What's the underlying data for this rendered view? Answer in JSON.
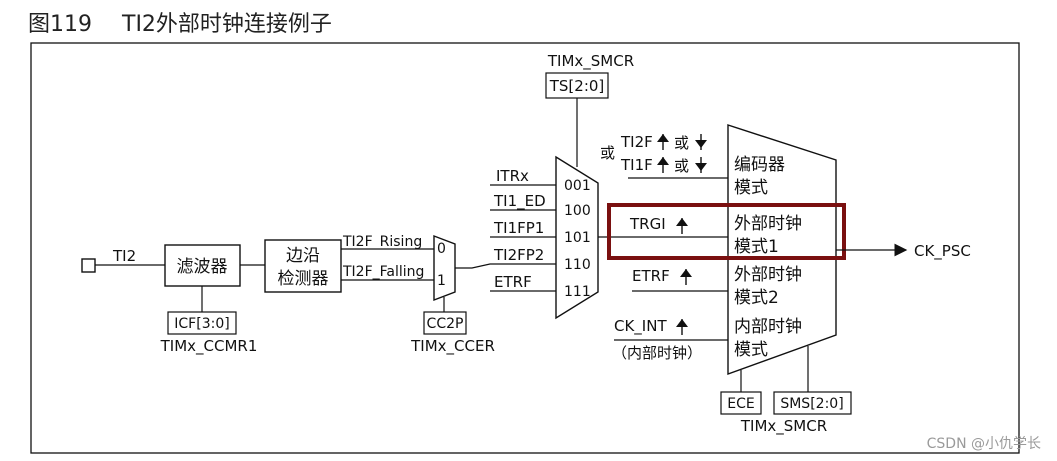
{
  "figure": {
    "number": "图119",
    "title": "TI2外部时钟连接例子"
  },
  "labels": {
    "smcr_top": "TIMx_SMCR",
    "ts": "TS[2:0]",
    "input_ti2": "TI2",
    "filter": "滤波器",
    "edge_detector_line1": "边沿",
    "edge_detector_line2": "检测器",
    "icf": "ICF[3:0]",
    "ccmr1": "TIMx_CCMR1",
    "ti2f_rising": "TI2F_Rising",
    "ti2f_falling": "TI2F_Falling",
    "mux1_in0": "0",
    "mux1_in1": "1",
    "cc2p": "CC2P",
    "ccer": "TIMx_CCER",
    "itrx": "ITRx",
    "ti1_ed": "TI1_ED",
    "ti1fp1": "TI1FP1",
    "ti2fp2": "TI2FP2",
    "etrf": "ETRF",
    "sel_001": "001",
    "sel_100": "100",
    "sel_101": "101",
    "sel_110": "110",
    "sel_111": "111",
    "or_left": "或",
    "ti2f_edge": "TI2F",
    "ti1f_edge": "TI1F",
    "or_word": "或",
    "trgi": "TRGI",
    "etrf2": "ETRF",
    "ck_int": "CK_INT",
    "internal_clock_paren": "（内部时钟）",
    "mode_encoder_1": "编码器",
    "mode_encoder_2": "模式",
    "mode_ext1_1": "外部时钟",
    "mode_ext1_2": "模式1",
    "mode_ext2_1": "外部时钟",
    "mode_ext2_2": "模式2",
    "mode_int_1": "内部时钟",
    "mode_int_2": "模式",
    "ck_psc": "CK_PSC",
    "ece": "ECE",
    "sms": "SMS[2:0]",
    "smcr_bottom": "TIMx_SMCR"
  },
  "colors": {
    "highlight": "#7a1010",
    "line": "#111111"
  },
  "watermark": "CSDN @小仇学长"
}
